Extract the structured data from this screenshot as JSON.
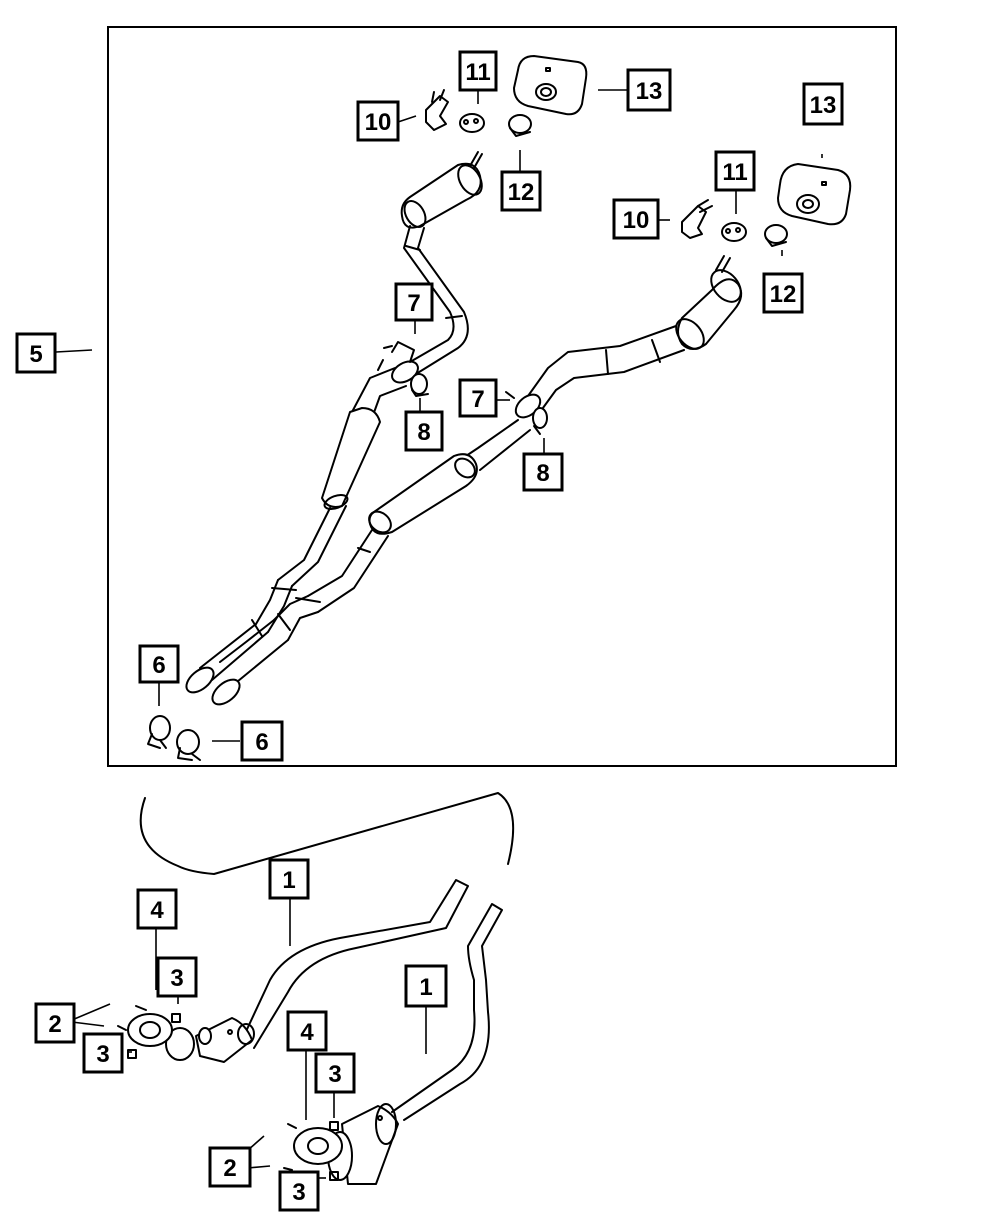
{
  "diagram": {
    "line_color": "#000000",
    "background": "#ffffff",
    "callouts": [
      {
        "id": "c5",
        "label": "5"
      },
      {
        "id": "c11a",
        "label": "11"
      },
      {
        "id": "c13a",
        "label": "13"
      },
      {
        "id": "c10a",
        "label": "10"
      },
      {
        "id": "c12a",
        "label": "12"
      },
      {
        "id": "c13b",
        "label": "13"
      },
      {
        "id": "c11b",
        "label": "11"
      },
      {
        "id": "c10b",
        "label": "10"
      },
      {
        "id": "c12b",
        "label": "12"
      },
      {
        "id": "c7a",
        "label": "7"
      },
      {
        "id": "c8a",
        "label": "8"
      },
      {
        "id": "c7b",
        "label": "7"
      },
      {
        "id": "c8b",
        "label": "8"
      },
      {
        "id": "c6a",
        "label": "6"
      },
      {
        "id": "c6b",
        "label": "6"
      },
      {
        "id": "c1a",
        "label": "1"
      },
      {
        "id": "c4a",
        "label": "4"
      },
      {
        "id": "c3a",
        "label": "3"
      },
      {
        "id": "c2a",
        "label": "2"
      },
      {
        "id": "c3b",
        "label": "3"
      },
      {
        "id": "c1b",
        "label": "1"
      },
      {
        "id": "c4b",
        "label": "4"
      },
      {
        "id": "c3c",
        "label": "3"
      },
      {
        "id": "c2b",
        "label": "2"
      },
      {
        "id": "c3d",
        "label": "3"
      }
    ]
  }
}
